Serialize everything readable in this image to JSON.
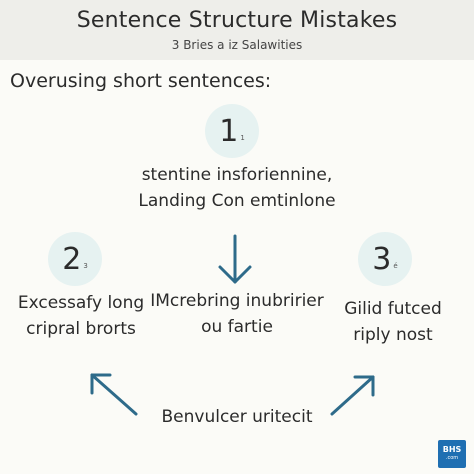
{
  "header": {
    "title": "Sentence Structure Mistakes",
    "subtitle": "3 Bries a iz Salawities"
  },
  "section_heading": "Overusing short sentences:",
  "steps": [
    {
      "number": "1",
      "subscript": "1",
      "lines": [
        "stentine insforiennine,",
        "Landing Con emtinlone"
      ]
    },
    {
      "number": "2",
      "subscript": "3",
      "lines": [
        "Excessafy long",
        "cripral brorts"
      ]
    },
    {
      "number": "3",
      "subscript": "é",
      "lines": [
        "Gilid futced",
        "riply nost"
      ]
    }
  ],
  "center_text": [
    "IMcrebring inubririer",
    "ou fartie"
  ],
  "bottom_text": "Benvulcer uritecit",
  "logo": {
    "line1": "BHS",
    "line2": ".com"
  },
  "colors": {
    "arrow": "#2e6b8a",
    "circle_fill": "#e6f2f1",
    "header_bg": "#eeeeea"
  }
}
